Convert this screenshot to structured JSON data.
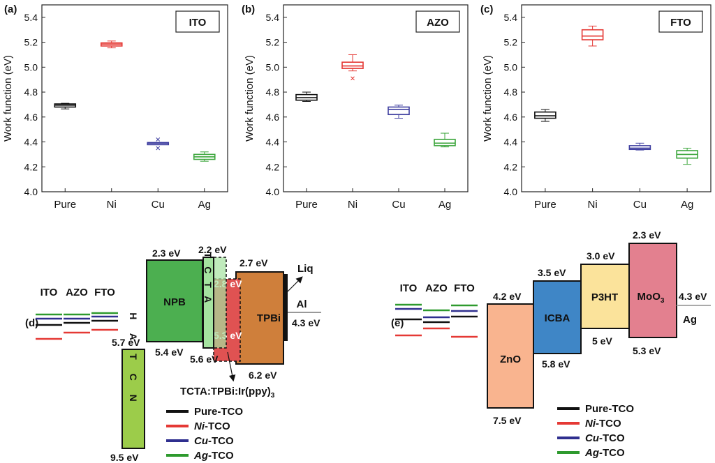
{
  "chart_data": [
    {
      "type": "box",
      "panel": "(a)",
      "title": "ITO",
      "ylabel": "Work function (eV)",
      "ylim": [
        4.0,
        5.5
      ],
      "yticks": [
        "4.0",
        "4.2",
        "4.4",
        "4.6",
        "4.8",
        "5.0",
        "5.2",
        "5.4"
      ],
      "grid": false,
      "categories": [
        {
          "label": "Pure",
          "color": "#111111",
          "q1": 4.68,
          "median": 4.695,
          "q3": 4.705,
          "min": 4.665,
          "max": 4.71,
          "outliers": []
        },
        {
          "label": "Ni",
          "color": "#e53935",
          "q1": 5.17,
          "median": 5.185,
          "q3": 5.195,
          "min": 5.155,
          "max": 5.21,
          "outliers": []
        },
        {
          "label": "Cu",
          "color": "#3f3fa0",
          "q1": 4.385,
          "median": 4.39,
          "q3": 4.395,
          "min": 4.385,
          "max": 4.395,
          "outliers": [
            4.42,
            4.35
          ]
        },
        {
          "label": "Ag",
          "color": "#3aa53a",
          "q1": 4.26,
          "median": 4.28,
          "q3": 4.3,
          "min": 4.245,
          "max": 4.32,
          "outliers": []
        }
      ]
    },
    {
      "type": "box",
      "panel": "(b)",
      "title": "AZO",
      "ylabel": "Work function (eV)",
      "ylim": [
        4.0,
        5.5
      ],
      "yticks": [
        "4.0",
        "4.2",
        "4.4",
        "4.6",
        "4.8",
        "5.0",
        "5.2",
        "5.4"
      ],
      "grid": false,
      "categories": [
        {
          "label": "Pure",
          "color": "#111111",
          "q1": 4.735,
          "median": 4.755,
          "q3": 4.78,
          "min": 4.725,
          "max": 4.8,
          "outliers": []
        },
        {
          "label": "Ni",
          "color": "#e53935",
          "q1": 4.99,
          "median": 5.01,
          "q3": 5.04,
          "min": 4.97,
          "max": 5.1,
          "outliers": [
            4.91
          ]
        },
        {
          "label": "Cu",
          "color": "#3f3fa0",
          "q1": 4.62,
          "median": 4.66,
          "q3": 4.68,
          "min": 4.59,
          "max": 4.695,
          "outliers": []
        },
        {
          "label": "Ag",
          "color": "#3aa53a",
          "q1": 4.37,
          "median": 4.39,
          "q3": 4.42,
          "min": 4.36,
          "max": 4.47,
          "outliers": []
        }
      ]
    },
    {
      "type": "box",
      "panel": "(c)",
      "title": "FTO",
      "ylabel": "Work function (eV)",
      "ylim": [
        4.0,
        5.5
      ],
      "yticks": [
        "4.0",
        "4.2",
        "4.4",
        "4.6",
        "4.8",
        "5.0",
        "5.2",
        "5.4"
      ],
      "grid": false,
      "categories": [
        {
          "label": "Pure",
          "color": "#111111",
          "q1": 4.59,
          "median": 4.61,
          "q3": 4.64,
          "min": 4.565,
          "max": 4.66,
          "outliers": []
        },
        {
          "label": "Ni",
          "color": "#e53935",
          "q1": 5.22,
          "median": 5.25,
          "q3": 5.3,
          "min": 5.17,
          "max": 5.33,
          "outliers": []
        },
        {
          "label": "Cu",
          "color": "#3f3fa0",
          "q1": 4.34,
          "median": 4.35,
          "q3": 4.37,
          "min": 4.335,
          "max": 4.39,
          "outliers": []
        },
        {
          "label": "Ag",
          "color": "#3aa53a",
          "q1": 4.27,
          "median": 4.3,
          "q3": 4.33,
          "min": 4.22,
          "max": 4.35,
          "outliers": []
        }
      ]
    }
  ],
  "panel_d": {
    "label": "(d)",
    "tco_labels": [
      "ITO",
      "AZO",
      "FTO"
    ],
    "blocks": [
      {
        "name": "NPB",
        "text": "NPB",
        "top": "2.3 eV",
        "bottom": "5.4 eV",
        "color": "#4caf50"
      },
      {
        "name": "TCTA",
        "text": "T C T A",
        "top": "2.2 eV",
        "bottom": "5.6 eV",
        "color": "#a5e3a0"
      },
      {
        "name": "emitter",
        "top": "2.8 eV",
        "bottom": "5.3 eV",
        "color": "#e05252"
      },
      {
        "name": "TPBi",
        "text": "TPBi",
        "top": "2.7 eV",
        "bottom": "6.2 eV",
        "color": "#cf7f3b"
      },
      {
        "name": "HATCN",
        "text": "H A T C N",
        "top": "5.7 eV",
        "bottom": "9.5 eV",
        "color": "#9ccc4a"
      }
    ],
    "emitter_label": "TCTA:TPBi:Ir(ppy)",
    "emitter_subscript": "3",
    "liq_label": "Liq",
    "al_label": "Al",
    "al_value": "4.3 eV"
  },
  "panel_e": {
    "label": "(e)",
    "tco_labels": [
      "ITO",
      "AZO",
      "FTO"
    ],
    "blocks": [
      {
        "name": "ZnO",
        "text": "ZnO",
        "top": "4.2 eV",
        "bottom": "7.5 eV",
        "color": "#f9b48f"
      },
      {
        "name": "ICBA",
        "text": "ICBA",
        "top": "3.5 eV",
        "bottom": "5.8 eV",
        "color": "#3f86c6"
      },
      {
        "name": "P3HT",
        "text": "P3HT",
        "top": "3.0 eV",
        "bottom": "5 eV",
        "color": "#fbe39b"
      },
      {
        "name": "MoO3",
        "text": "MoO",
        "subscript": "3",
        "top": "2.3 eV",
        "bottom": "5.3 eV",
        "color": "#e3808f"
      }
    ],
    "ag_label": "Ag",
    "ag_value": "4.3 eV"
  },
  "legend": [
    {
      "prefix": "Pure",
      "suffix": "-TCO",
      "italic": false,
      "color": "#111111"
    },
    {
      "prefix": "Ni",
      "suffix": "-TCO",
      "italic": true,
      "color": "#e53935"
    },
    {
      "prefix": "Cu",
      "suffix": "-TCO",
      "italic": true,
      "color": "#2f2f8f"
    },
    {
      "prefix": "Ag",
      "suffix": "-TCO",
      "italic": true,
      "color": "#2e9a2e"
    }
  ]
}
